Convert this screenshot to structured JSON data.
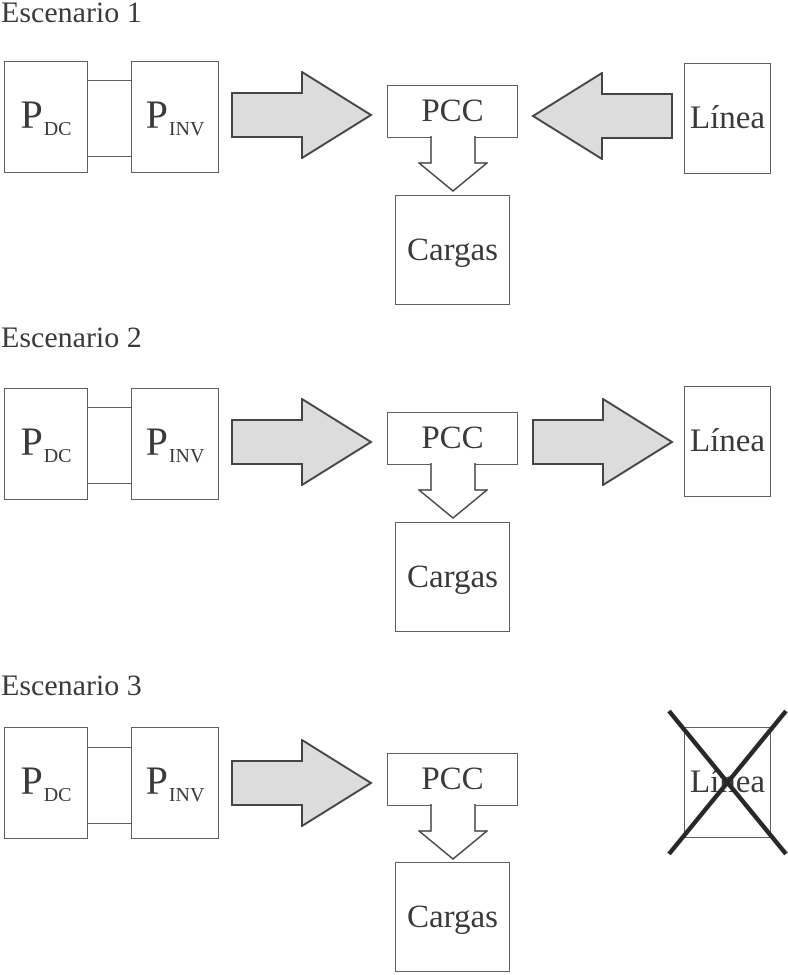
{
  "colors": {
    "background": "#ffffff",
    "text": "#3a3a3a",
    "box_border": "#5f5f5f",
    "arrow_fill": "#dcdcdc",
    "arrow_outline": "#454545",
    "cross_out": "#282828"
  },
  "scenarios": [
    {
      "title": "Escenario 1",
      "dc_box": {
        "main": "P",
        "sub": "DC"
      },
      "inverter_box": {
        "main": "P",
        "sub": "INV"
      },
      "pcc_box": "PCC",
      "loads_box": "Cargas",
      "grid_box": "Línea",
      "grid_flow": "grid-to-pcc",
      "grid_connected": true
    },
    {
      "title": "Escenario 2",
      "dc_box": {
        "main": "P",
        "sub": "DC"
      },
      "inverter_box": {
        "main": "P",
        "sub": "INV"
      },
      "pcc_box": "PCC",
      "loads_box": "Cargas",
      "grid_box": "Línea",
      "grid_flow": "pcc-to-grid",
      "grid_connected": true
    },
    {
      "title": "Escenario 3",
      "dc_box": {
        "main": "P",
        "sub": "DC"
      },
      "inverter_box": {
        "main": "P",
        "sub": "INV"
      },
      "pcc_box": "PCC",
      "loads_box": "Cargas",
      "grid_box": "Línea",
      "grid_flow": "none",
      "grid_connected": false
    }
  ]
}
